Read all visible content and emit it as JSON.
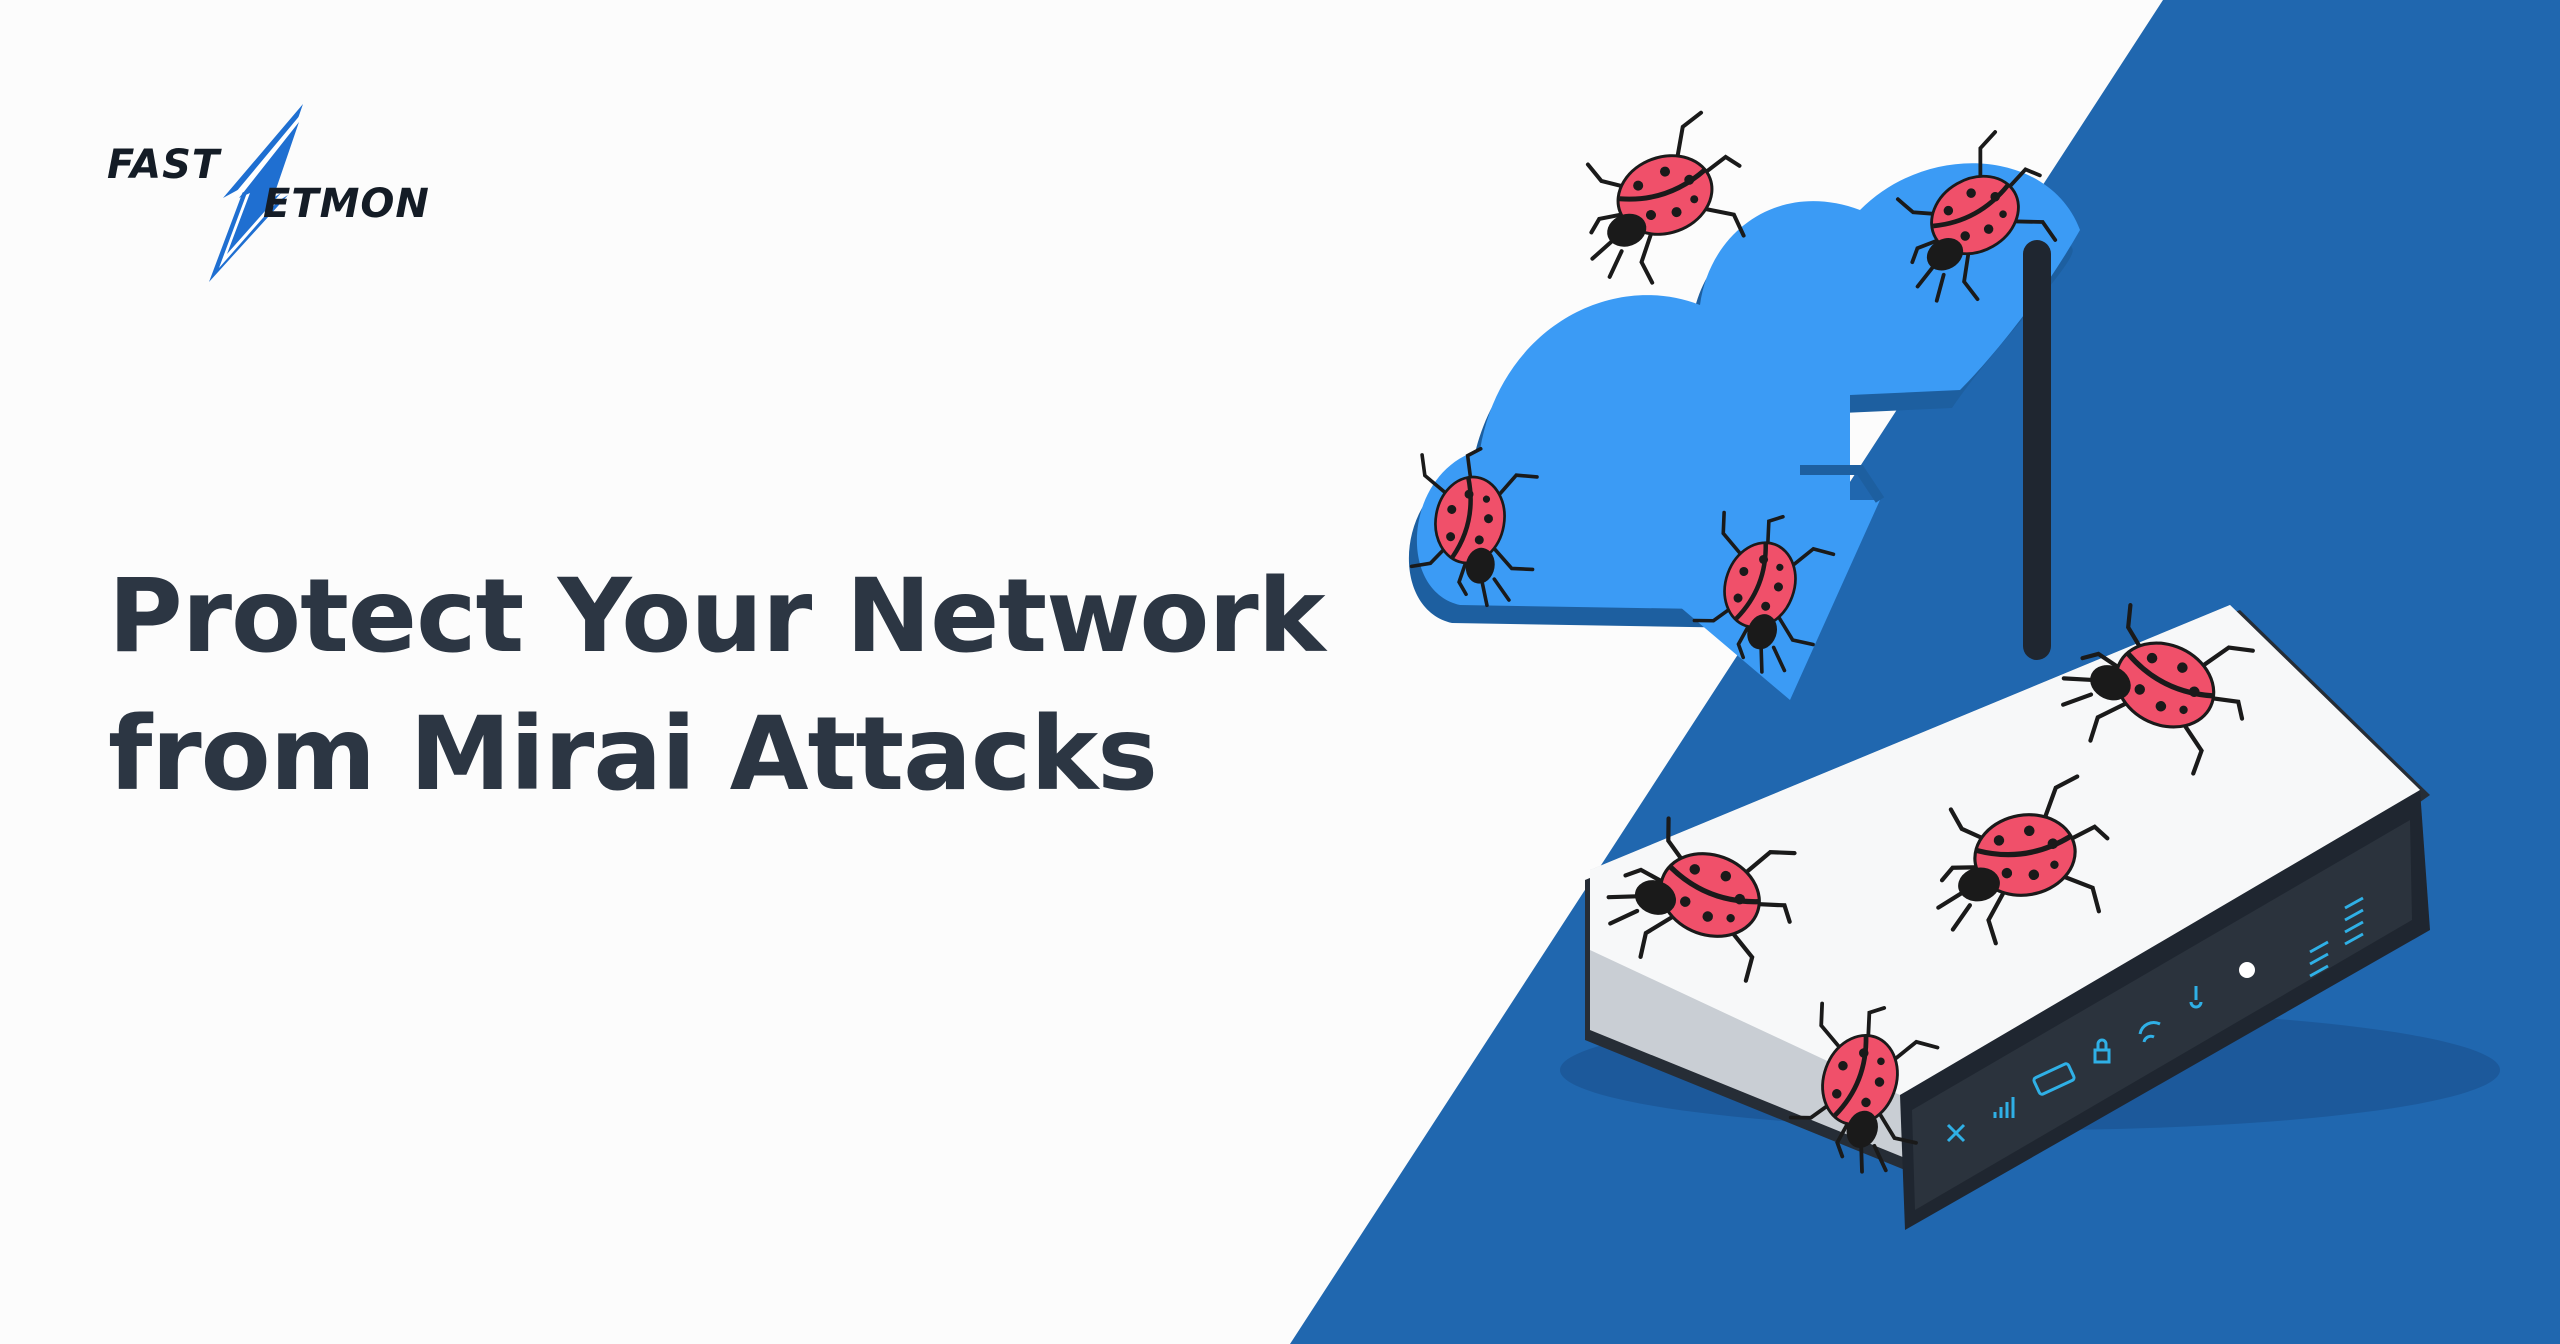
{
  "logo": {
    "part1": "FAST",
    "part2": "ETMON",
    "icon": "lightning-bolt-n-icon",
    "bolt_color": "#1f6fd1"
  },
  "headline": {
    "line1": "Protect Your Network",
    "line2": "from Mirai Attacks"
  },
  "illustration": {
    "cloud_icon": "cloud-download-icon",
    "device_icon": "wifi-router-icon",
    "bug_icon": "ladybug-icon",
    "status_icons": [
      "close-icon",
      "signal-bars-icon",
      "battery-icon",
      "lock-icon",
      "wifi-icon",
      "microphone-icon",
      "power-dot-icon",
      "menu-lines-icon"
    ]
  },
  "colors": {
    "background": "#fcfcfc",
    "blue_panel": "#2067af",
    "cloud_light": "#3b9bf5",
    "cloud_dark": "#1d5fa0",
    "bug_red": "#f0506a",
    "text": "#2c3643"
  }
}
